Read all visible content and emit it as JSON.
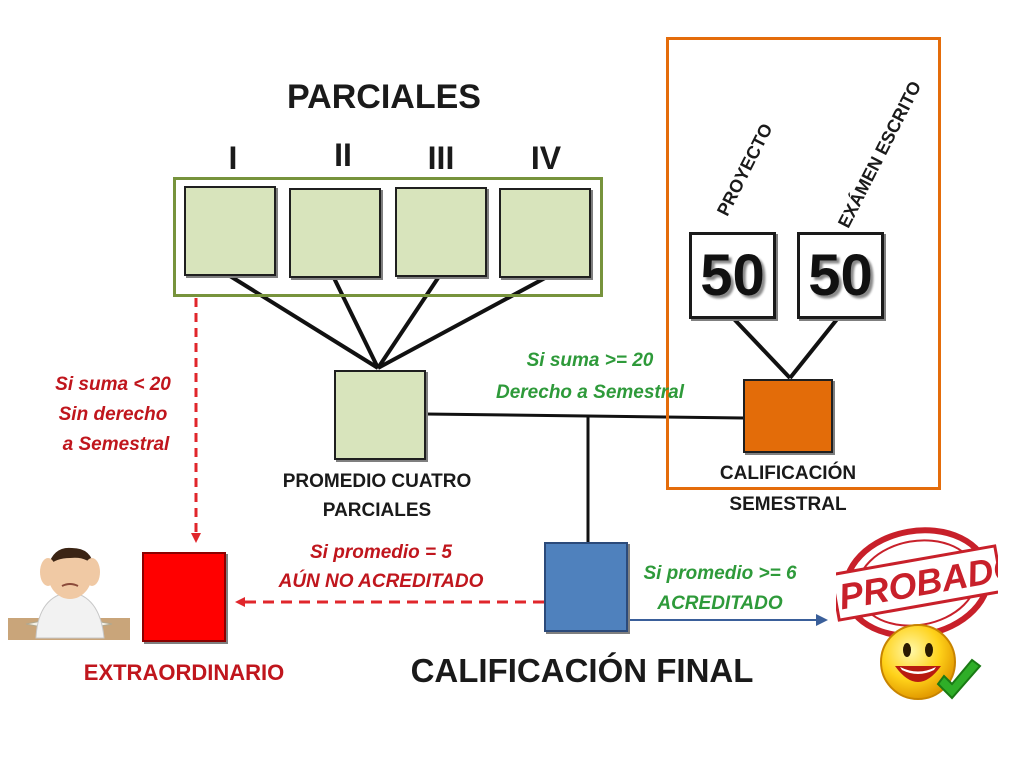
{
  "colors": {
    "box_green": "#d8e4bc",
    "frame_green": "#77933c",
    "frame_orange": "#e46c0a",
    "semestral_orange": "#e36c09",
    "final_blue": "#4f81bd",
    "extra_red": "#ff0000",
    "note_green": "#2e9a3a",
    "note_red": "#c0161d",
    "arrow_blue": "#3a5f9a",
    "dashed_red": "#e0262b"
  },
  "parciales": {
    "title": "PARCIALES",
    "labels": [
      "I",
      "II",
      "III",
      "IV"
    ]
  },
  "semestral": {
    "proyecto_label": "PROYECTO",
    "examen_label": "EXÁMEN ESCRITO",
    "proyecto_value": "50",
    "examen_value": "50",
    "caption_line1": "CALIFICACIÓN",
    "caption_line2": "SEMESTRAL"
  },
  "promedio": {
    "line1": "PROMEDIO CUATRO",
    "line2": "PARCIALES"
  },
  "notes": {
    "suma_menor_line1": "Si suma < 20",
    "suma_menor_line2": "Sin derecho",
    "suma_menor_line3": "a Semestral",
    "suma_mayor_line1": "Si suma >= 20",
    "suma_mayor_line2": "Derecho a Semestral",
    "promedio5_line1": "Si promedio = 5",
    "promedio5_line2": "AÚN NO ACREDITADO",
    "promedio6_line1": "Si promedio >= 6",
    "promedio6_line2": "ACREDITADO"
  },
  "final": {
    "label": "CALIFICACIÓN FINAL"
  },
  "extraordinario": {
    "label": "EXTRAORDINARIO"
  },
  "stamp": {
    "text": "APROBADO"
  },
  "icons": {
    "student": "stressed-student-illustration",
    "smiley": "smiley-checkmark-icon",
    "stamp": "aprobado-stamp"
  }
}
